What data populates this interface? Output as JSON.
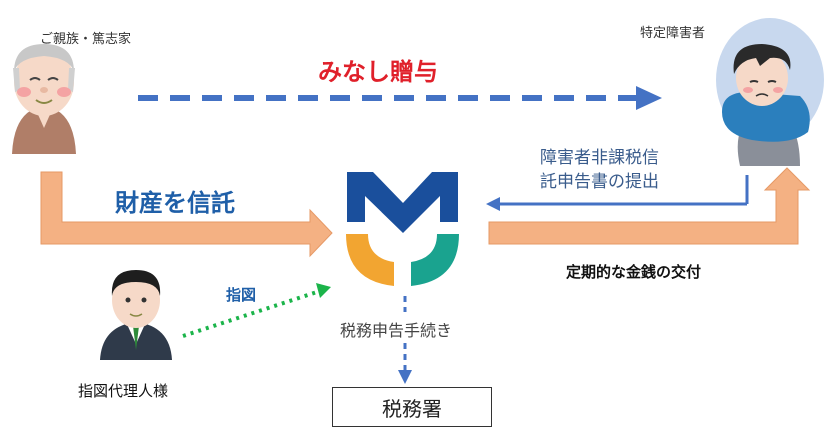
{
  "labels": {
    "donor": "ご親族・篤志家",
    "beneficiary": "特定障害者",
    "deemed_gift": "みなし贈与",
    "entrust_property": "財産を信託",
    "declaration_line1": "障害者非課税信",
    "declaration_line2": "託申告書の提出",
    "periodic_payment": "定期的な金銭の交付",
    "instruction": "指図",
    "tax_procedure": "税務申告手続き",
    "tax_office": "税務署",
    "agent": "指図代理人様"
  },
  "icons": {
    "donor": "elderly-man-icon",
    "beneficiary": "sad-person-icon",
    "agent": "businessman-icon",
    "logo": "trust-bank-logo-icon"
  },
  "colors": {
    "red": "#e0202a",
    "blue": "#1f5fa8",
    "arrow_blue": "#4472c4",
    "orange_arrow": "#f4b183",
    "green_dotted": "#1bb44a",
    "logo_blue": "#1a4f9c",
    "logo_orange": "#f2a531",
    "logo_teal": "#1aa38f"
  }
}
